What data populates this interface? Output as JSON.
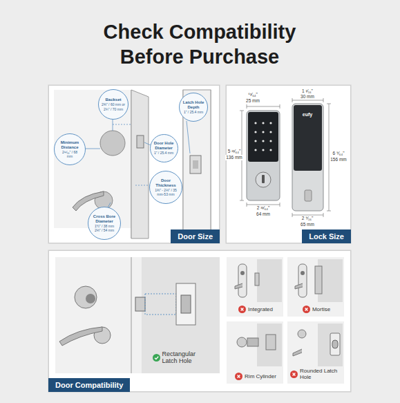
{
  "diagram": {
    "title": "Check Compatibility Before Purchase",
    "nodes": [
      {
        "text": [
          "Door Size"
        ]
      },
      {
        "text": [
          "Backset",
          "2⅜\" / 60 mm or 2¾\" / 70 mm"
        ],
        "in": 0
      },
      {
        "text": [
          "Minimum Distance",
          "2¹¹⁄₁₆\" / 68 mm"
        ],
        "in": 0
      },
      {
        "text": [
          "Latch Hole Depth",
          "1\" / 25.4 mm"
        ],
        "in": 0
      },
      {
        "text": [
          "Door Hole Diameter",
          "1\" / 25.4 mm"
        ],
        "in": 0
      },
      {
        "text": [
          "Door Thickness",
          "1⅜\" - 2⅛\" / 35 mm-53 mm"
        ],
        "in": 0
      },
      {
        "text": [
          "Cross Bore Diameter",
          "1½\" / 38 mm 2⅛\" / 54 mm"
        ],
        "in": 0
      },
      {
        "text": [
          "Lock Size"
        ]
      },
      {
        "text": [
          "Door Compatibility"
        ]
      },
      {
        "text": [
          "Rectangular Latch Hole"
        ],
        "in": 8
      },
      {
        "text": [
          "Integrated"
        ],
        "in": 8
      },
      {
        "text": [
          "Mortise"
        ],
        "in": 8
      },
      {
        "text": [
          "Rim Cylinder"
        ],
        "in": 8
      },
      {
        "text": [
          "Rounded Latch Hole"
        ],
        "in": 8
      }
    ],
    "labels": [
      "⁶³⁄₆₄\"",
      "25 mm",
      "5 ²³⁄₆₄\"",
      "136 mm",
      "2 ³³⁄₆₄\"",
      "64 mm",
      "1 ³⁄₁₆\"",
      "30 mm",
      "6 ⁹⁄₆₄\"",
      "156 mm",
      "2 ⁹⁄₁₆\"",
      "65 mm",
      "eufy"
    ]
  }
}
